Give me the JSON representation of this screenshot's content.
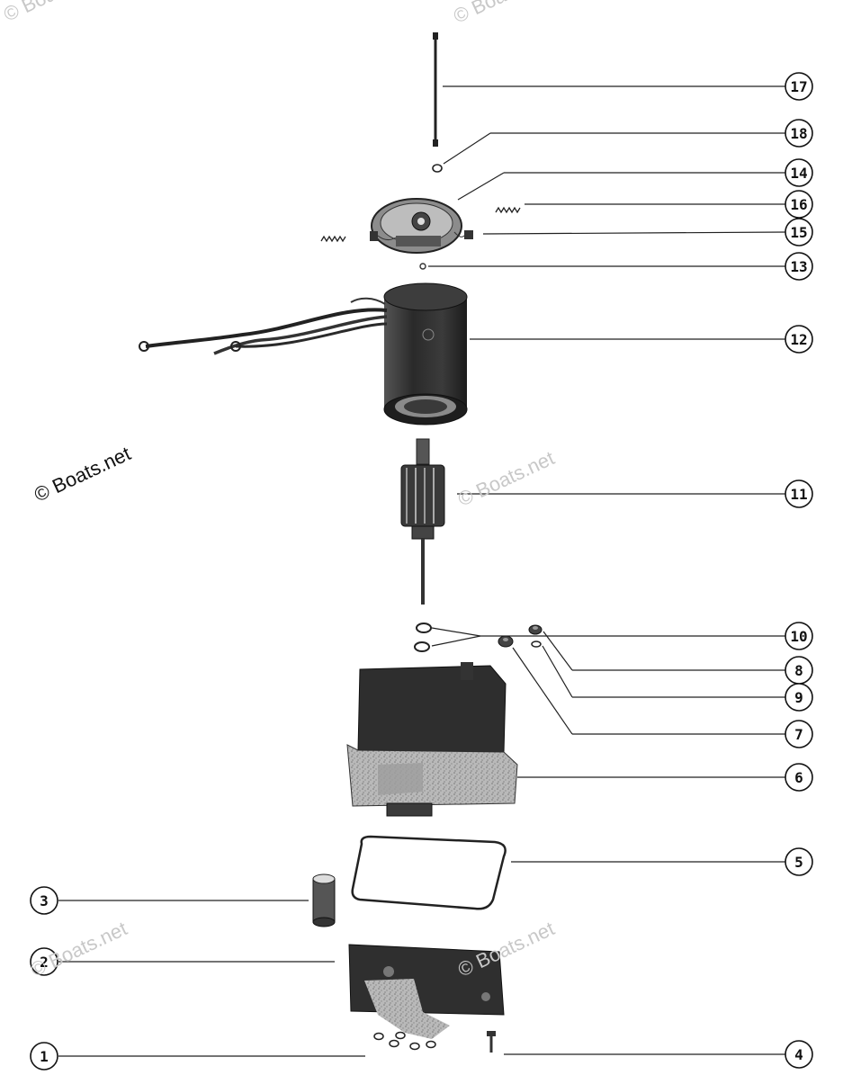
{
  "watermark": {
    "text": "© Boats.net"
  },
  "diagram": {
    "callouts": [
      "1",
      "2",
      "3",
      "4",
      "5",
      "6",
      "7",
      "8",
      "9",
      "10",
      "11",
      "12",
      "13",
      "14",
      "15",
      "16",
      "17",
      "18"
    ]
  },
  "colors": {
    "ink": "#1a1a1a",
    "body": "#333333",
    "cast": "#9a9a9a",
    "background": "#ffffff"
  }
}
